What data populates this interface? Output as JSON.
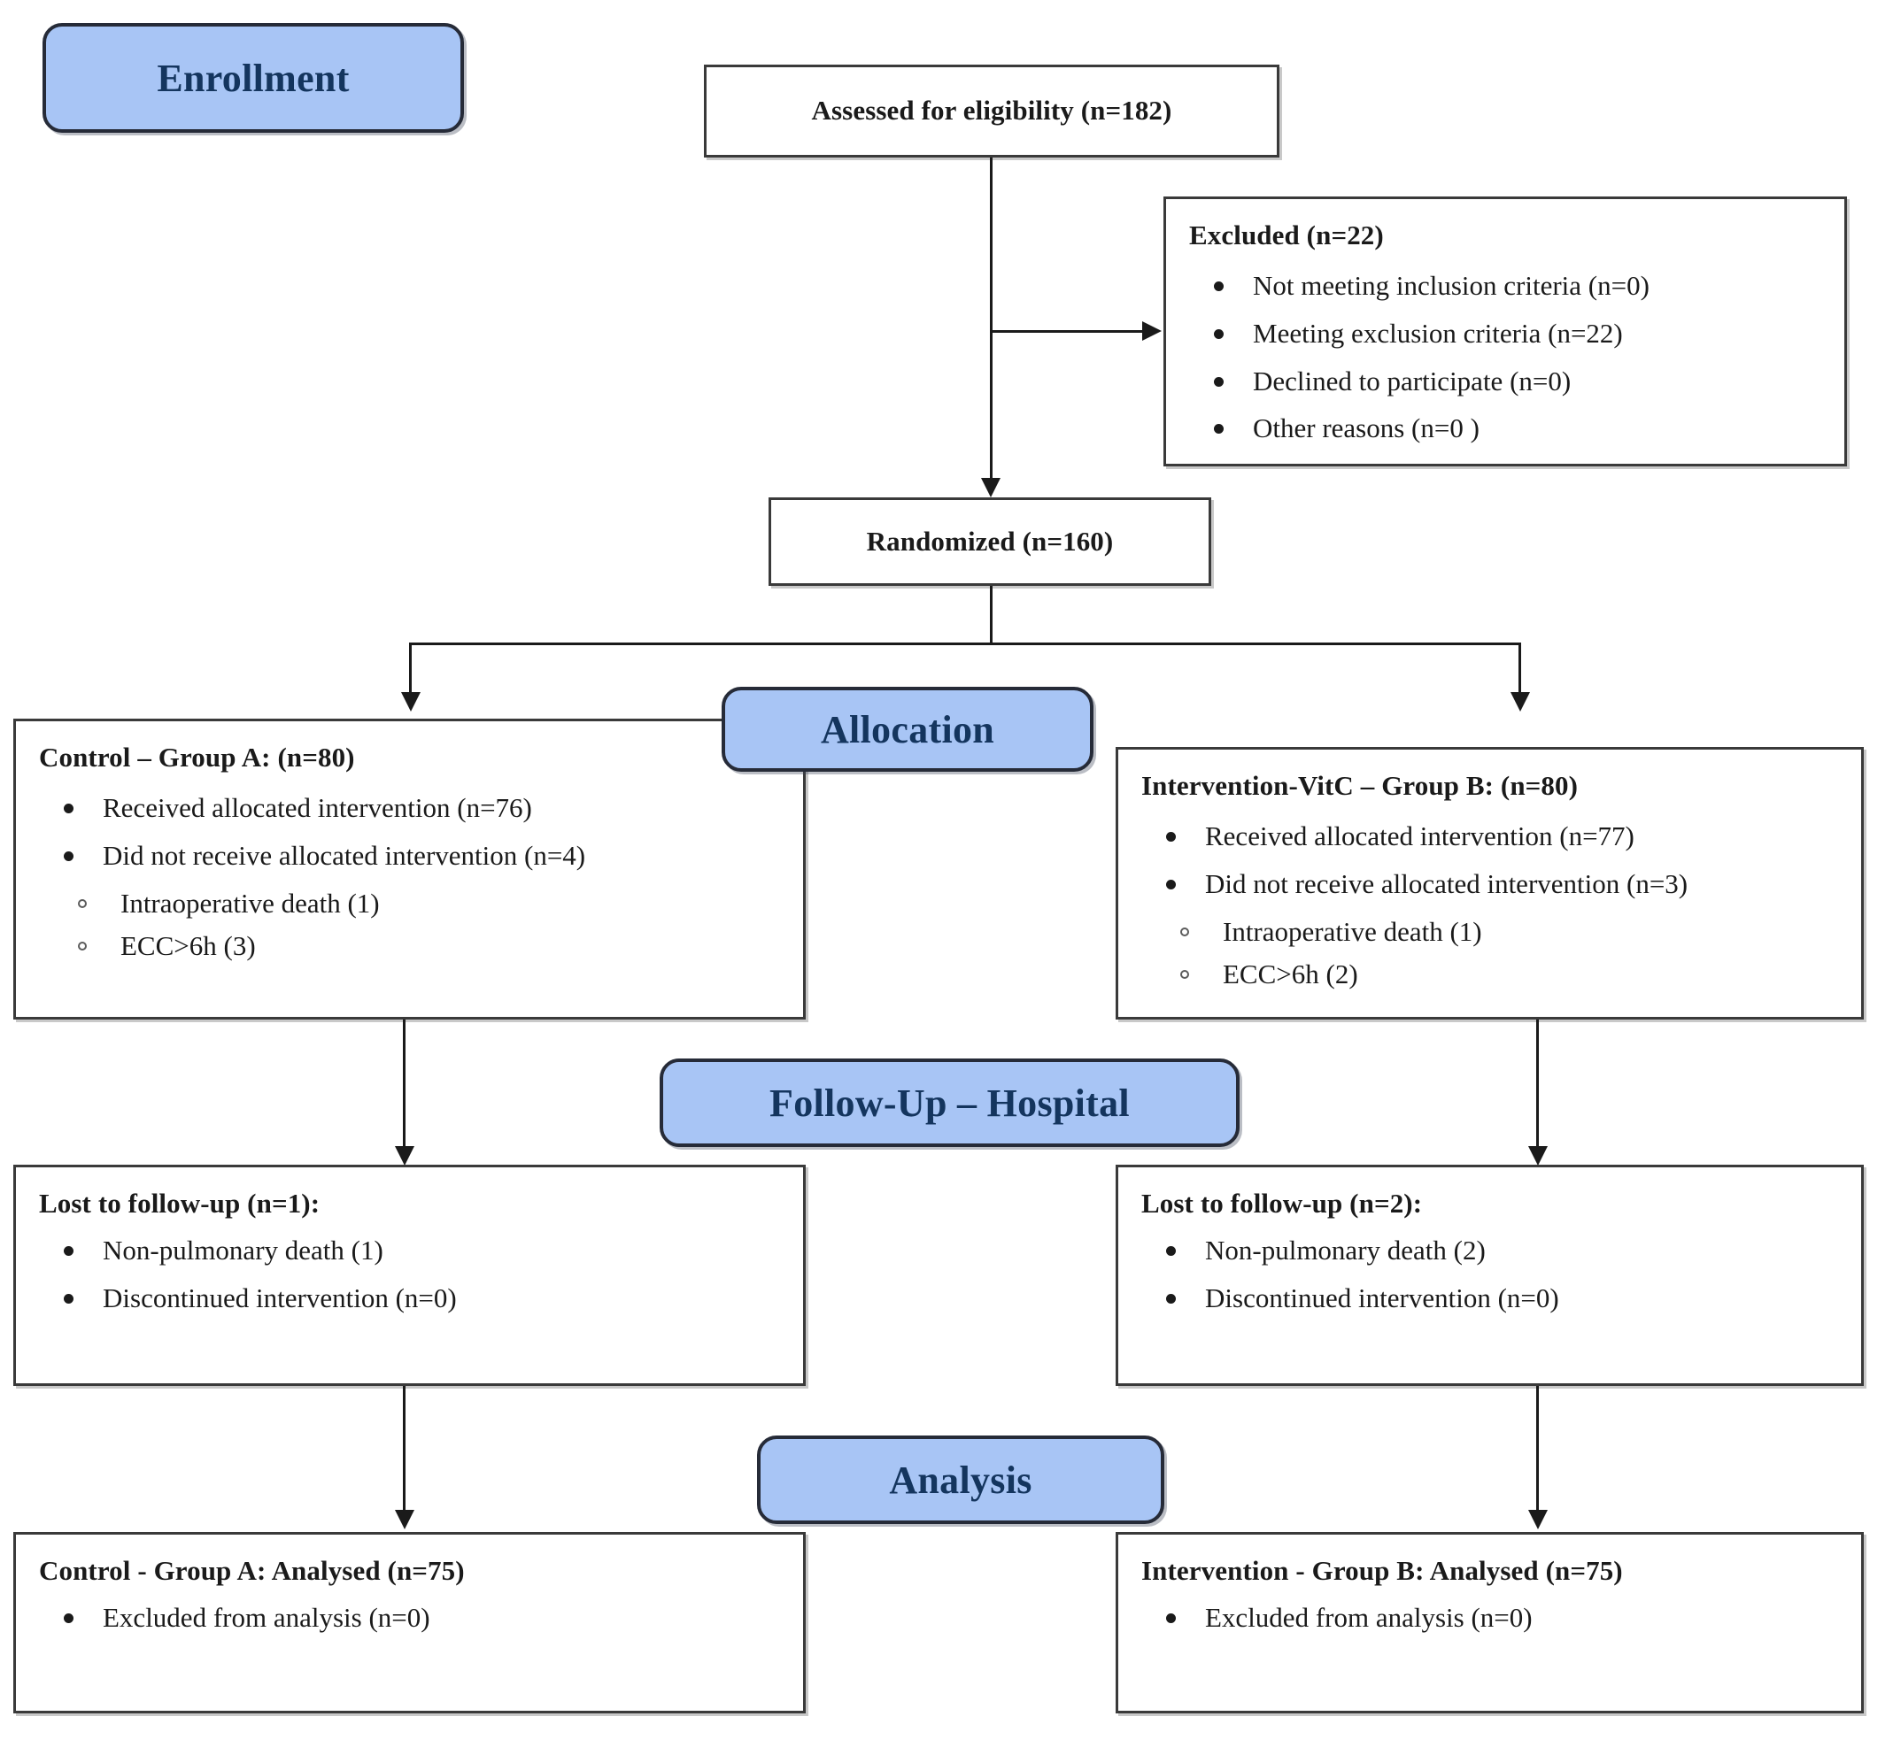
{
  "diagram": {
    "title": "CONSORT participant flow diagram",
    "accent_blue": "#a8c5f5",
    "badge_text_color": "#14355e",
    "line_color": "#1a1a1a"
  },
  "stages": {
    "enrollment": "Enrollment",
    "allocation": "Allocation",
    "followup": "Follow-Up –  Hospital",
    "analysis": "Analysis"
  },
  "nodes": {
    "assessed": {
      "title": "Assessed for eligibility (n=182)"
    },
    "excluded": {
      "title": "Excluded  (n=22)",
      "items": [
        "Not meeting inclusion criteria (n=0)",
        "Meeting exclusion criteria (n=22)",
        "Declined to participate (n=0)",
        "Other reasons (n=0 )"
      ]
    },
    "randomized": {
      "title": "Randomized (n=160)"
    },
    "alloc_left": {
      "title": "Control – Group A: (n=80)",
      "items": [
        "Received allocated intervention (n=76)",
        "Did not receive allocated intervention (n=4)"
      ],
      "subitems": [
        "Intraoperative death (1)",
        "ECC>6h (3)"
      ]
    },
    "alloc_right": {
      "title": "Intervention-VitC – Group B: (n=80)",
      "items": [
        "Received allocated intervention (n=77)",
        "Did not receive allocated intervention (n=3)"
      ],
      "subitems": [
        "Intraoperative death (1)",
        "ECC>6h (2)"
      ]
    },
    "followup_left": {
      "title": "Lost to follow-up (n=1):",
      "items": [
        "Non-pulmonary death (1)",
        "Discontinued intervention (n=0)"
      ]
    },
    "followup_right": {
      "title": "Lost to follow-up (n=2):",
      "items": [
        "Non-pulmonary death (2)",
        "Discontinued intervention (n=0)"
      ]
    },
    "analysis_left": {
      "title": "Control - Group A: Analysed  (n=75)",
      "items": [
        "Excluded from analysis (n=0)"
      ]
    },
    "analysis_right": {
      "title": "Intervention - Group B: Analysed  (n=75)",
      "items": [
        "Excluded from analysis (n=0)"
      ]
    }
  }
}
